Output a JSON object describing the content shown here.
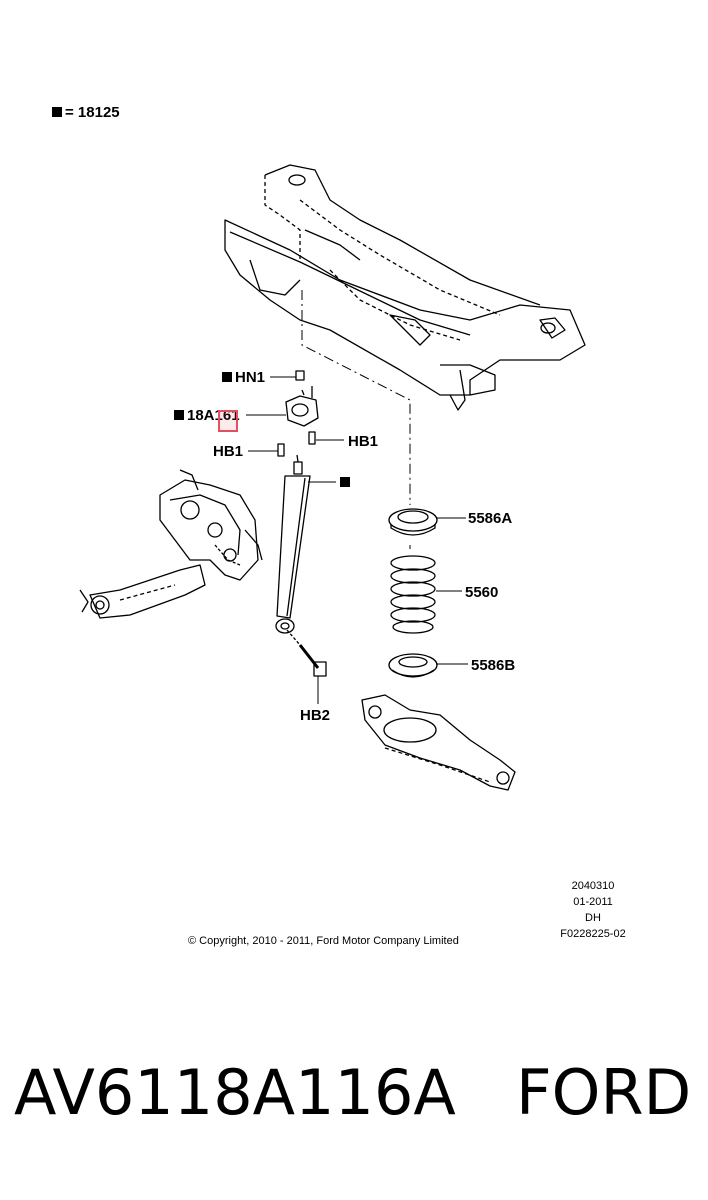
{
  "legend": {
    "text": "= 18125"
  },
  "callouts": {
    "hn1": "HN1",
    "part_18a161": "18A161",
    "hb1_left": "HB1",
    "hb1_right": "HB1",
    "shock_square": "",
    "p5586a": "5586A",
    "p5560": "5560",
    "p5586b": "5586B",
    "hb2": "HB2"
  },
  "meta": {
    "line1": "2040310",
    "line2": "01-2011",
    "line3": "DH",
    "line4": "F0228225-02"
  },
  "copyright": "© Copyright, 2010 - 2011, Ford Motor Company Limited",
  "footer": {
    "part_number": "AV6118A116A",
    "brand": "FORD"
  },
  "colors": {
    "ink": "#000000",
    "highlight": "#e05060"
  },
  "icons": [
    "legend-square-icon",
    "callout-square-icon"
  ]
}
